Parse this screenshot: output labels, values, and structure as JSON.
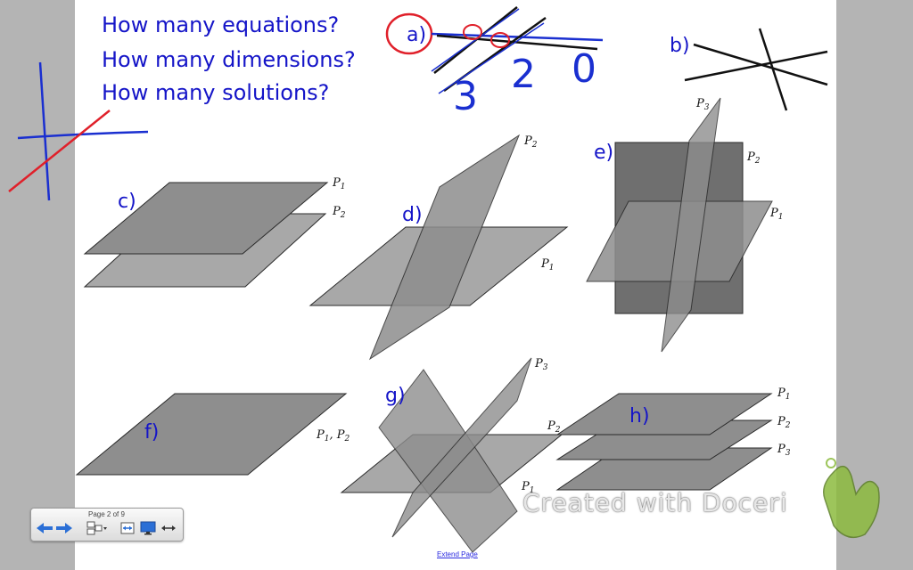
{
  "questions": [
    "How many equations?",
    "How many dimensions?",
    "How many solutions?"
  ],
  "labels": {
    "a": "a)",
    "b": "b)",
    "c": "c)",
    "d": "d)",
    "e": "e)",
    "f": "f)",
    "g": "g)",
    "h": "h)"
  },
  "handwriting": {
    "n1": "3",
    "n2": "2",
    "n3": "0"
  },
  "plane_labels": {
    "P1": "P",
    "P1_sub": "1",
    "P2": "P",
    "P2_sub": "2",
    "P3": "P",
    "P3_sub": "3",
    "f_label": "P",
    "f_sub1": "1",
    "f_comma": ", P",
    "f_sub2": "2"
  },
  "toolbar": {
    "page_indicator": "Page 2 of 9",
    "back_icon": "arrow-left-icon",
    "forward_icon": "arrow-right-icon",
    "layout_icon": "page-layout-icon",
    "fit_icon": "fit-width-icon",
    "screen_icon": "present-screen-icon",
    "expand_icon": "expand-horizontal-icon"
  },
  "extend_link": "Extend Page",
  "watermark": "Created with Doceri",
  "colors": {
    "ink_blue": "#1515c8",
    "ink_red": "#e0202a",
    "page_bg": "#ffffff",
    "side_bg": "#b4b4b4"
  }
}
